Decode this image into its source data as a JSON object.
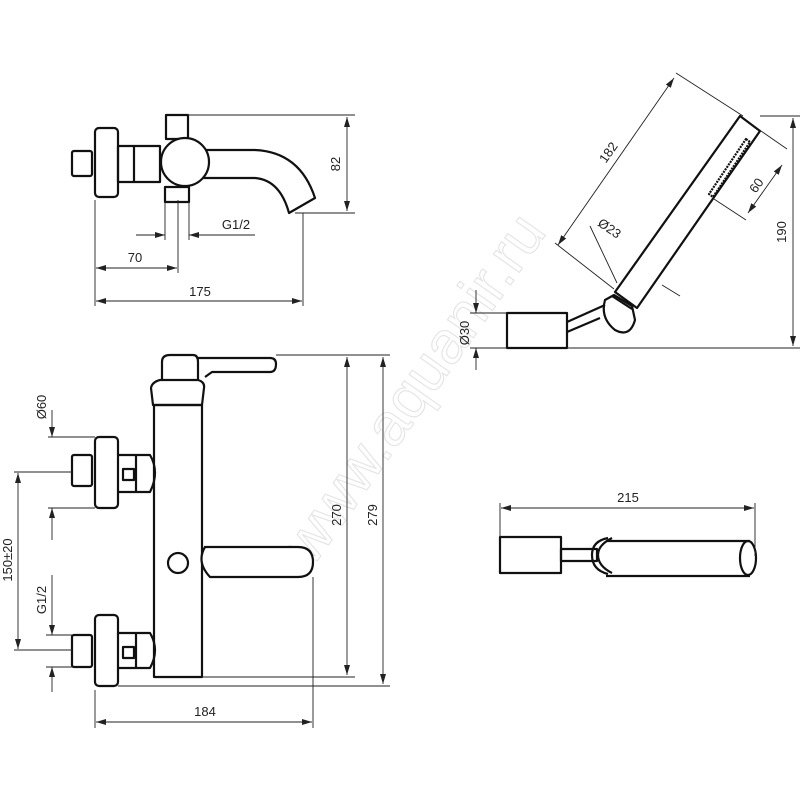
{
  "watermark": "www.aquanir.ru",
  "side_view": {
    "dim_height": "82",
    "dim_thread": "G1/2",
    "dim_axis": "70",
    "dim_length": "175"
  },
  "front_view": {
    "dim_disc_diameter": "Ø60",
    "dim_centers": "150±20",
    "dim_thread": "G1/2",
    "dim_height_body": "270",
    "dim_height_total": "279",
    "dim_width": "184"
  },
  "hand_shower_side": {
    "dim_length": "182",
    "dim_handle_diameter": "Ø23",
    "dim_spray_length": "60",
    "dim_height": "190",
    "dim_holder_diameter": "Ø30"
  },
  "hand_shower_top": {
    "dim_length": "215"
  }
}
